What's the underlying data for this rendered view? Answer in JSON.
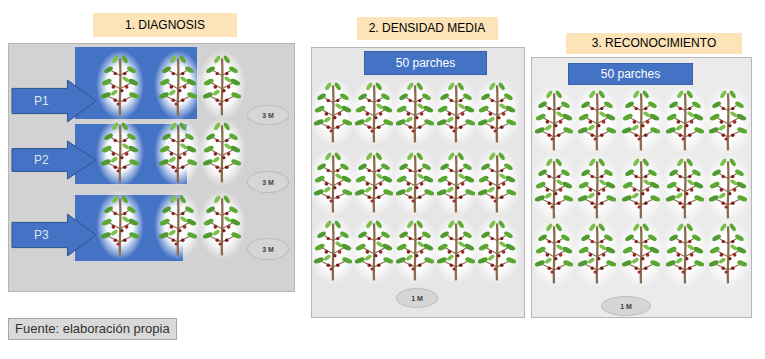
{
  "diagram": {
    "caption": "Fuente: elaboración propia",
    "nodes": [
      {
        "text": [
          "1. DIAGNOSIS"
        ]
      },
      {
        "text": [
          "P1"
        ],
        "in": 0
      },
      {
        "text": [
          "3 M"
        ],
        "in": 0
      },
      {
        "text": [
          "P2"
        ],
        "in": 0
      },
      {
        "text": [
          "3 M"
        ],
        "in": 0
      },
      {
        "text": [
          "P3"
        ],
        "in": 0
      },
      {
        "text": [
          "3 M"
        ],
        "in": 0
      },
      {
        "text": [
          "2. DENSIDAD MEDIA"
        ]
      },
      {
        "text": [
          "50 parches"
        ],
        "in": 7
      },
      {
        "text": [
          "1 M"
        ],
        "in": 7
      },
      {
        "text": [
          "3. RECONOCIMIENTO"
        ]
      },
      {
        "text": [
          "50 parches"
        ],
        "in": 10
      },
      {
        "text": [
          "1 M"
        ],
        "in": 10
      }
    ]
  }
}
